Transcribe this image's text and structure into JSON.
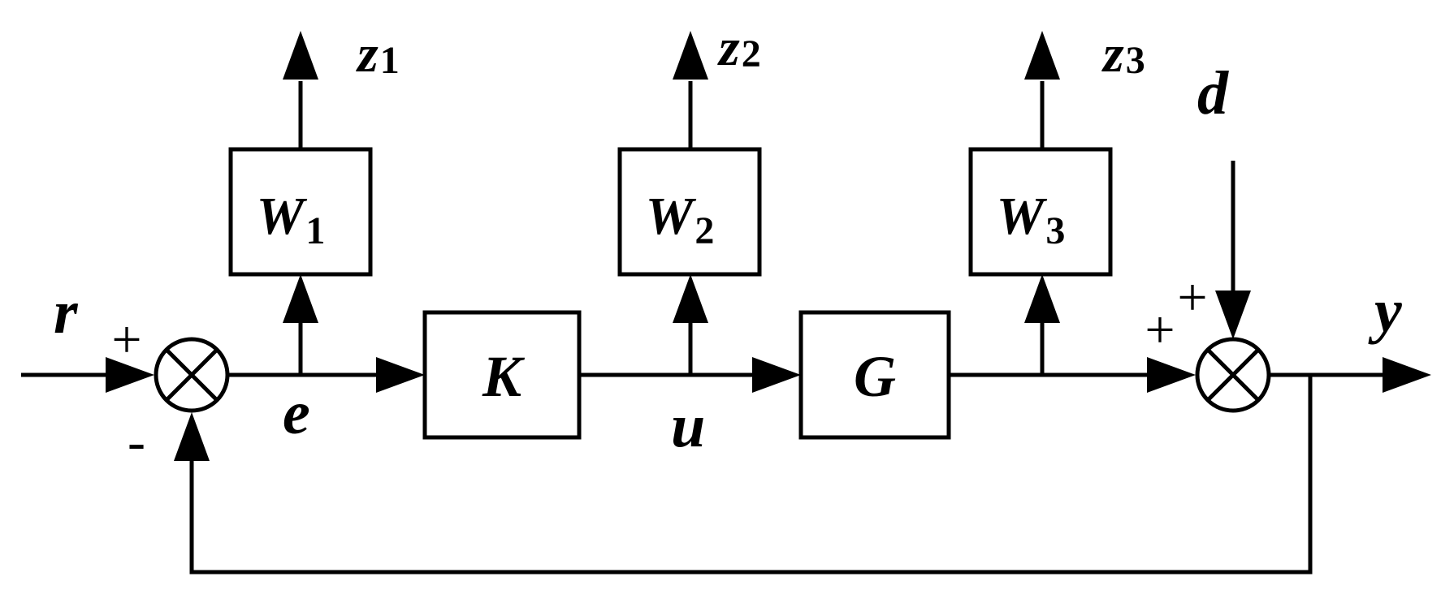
{
  "blocks": {
    "w1": {
      "name": "W",
      "sub": "1"
    },
    "w2": {
      "name": "W",
      "sub": "2"
    },
    "w3": {
      "name": "W",
      "sub": "3"
    },
    "k": {
      "name": "K"
    },
    "g": {
      "name": "G"
    }
  },
  "outputs": {
    "z1": {
      "name": "z",
      "sub": "1"
    },
    "z2": {
      "name": "z",
      "sub": "2"
    },
    "z3": {
      "name": "z",
      "sub": "3"
    }
  },
  "signals": {
    "r": "r",
    "e": "e",
    "u": "u",
    "d": "d",
    "y": "y"
  },
  "signs": {
    "sum1_plus": "+",
    "sum1_minus": "-",
    "sum2_plus_left": "+",
    "sum2_plus_top": "+"
  },
  "colors": {
    "ink": "#000000",
    "background": "#ffffff"
  }
}
